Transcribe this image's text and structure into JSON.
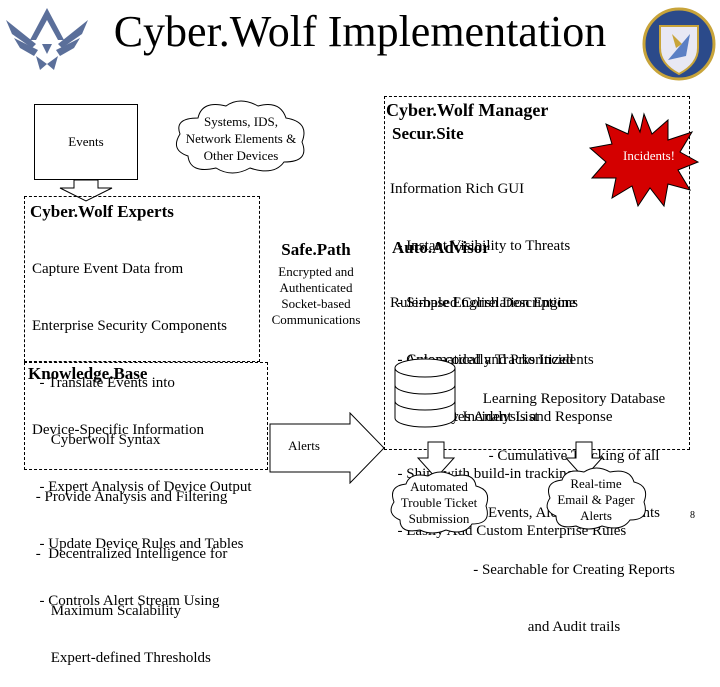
{
  "slide": {
    "title": "Cyber.Wolf Implementation",
    "page_number": "8"
  },
  "events": {
    "label": "Events"
  },
  "systems_cloud": {
    "line1": "Systems, IDS,",
    "line2": "Network Elements &",
    "line3": "Other Devices"
  },
  "experts": {
    "heading": "Cyber.Wolf Experts",
    "lines": [
      "Capture Event Data from",
      "Enterprise Security Components",
      "  - Translate Events into",
      "     Cyberwolf Syntax",
      " - Provide Analysis and Filtering",
      " -  Decentralized Intelligence for",
      "     Maximum Scalability"
    ]
  },
  "safepath": {
    "heading": "Safe.Path",
    "line1": "Encrypted and",
    "line2": "Authenticated",
    "line3": "Socket-based",
    "line4": "Communications"
  },
  "knowledgebase": {
    "heading": "Knowledge.Base",
    "lines": [
      "Device-Specific Information",
      "  - Expert Analysis of Device Output",
      "  - Update Device Rules and Tables",
      "  - Controls Alert Stream Using",
      "     Expert-defined Thresholds"
    ]
  },
  "alerts_arrow": {
    "label": "Alerts"
  },
  "manager": {
    "heading": "Cyber.Wolf Manager",
    "securesite_heading": "Secur.Site",
    "securesite_lines": [
      "Information Rich GUI",
      "  - Instant Visibility to Threats",
      "  - Simple English Descriptions",
      "  - Color-coded and Prioritized",
      "     Security Incident List"
    ],
    "autoadvisor_heading": "Auto.Advisor",
    "autoadvisor_lines": [
      "Rule-based Correlation Engine",
      "  - Automatically Tracks Incidents",
      "  - Automates Analysis and Response",
      "  - Ships with build-in tracking tools",
      "  - Easily Add Custom Enterprise Rules"
    ],
    "repository_lines": [
      "Learning Repository Database",
      "- Cumulative Tracking of all",
      "Events, Alerts, and Incidents",
      "- Searchable for Creating Reports",
      "and Audit trails"
    ]
  },
  "incidents_burst": {
    "label": "Incidents!",
    "color": "#d40000"
  },
  "trouble_ticket": {
    "line1": "Automated",
    "line2": "Trouble Ticket",
    "line3": "Submission"
  },
  "realtime_alerts": {
    "line1": "Real-time",
    "line2": "Email & Pager",
    "line3": "Alerts"
  },
  "icons": {
    "left_logo": "air-force-wings-logo",
    "right_logo": "shield-crest-emblem",
    "repository": "database-cylinder-icon"
  }
}
